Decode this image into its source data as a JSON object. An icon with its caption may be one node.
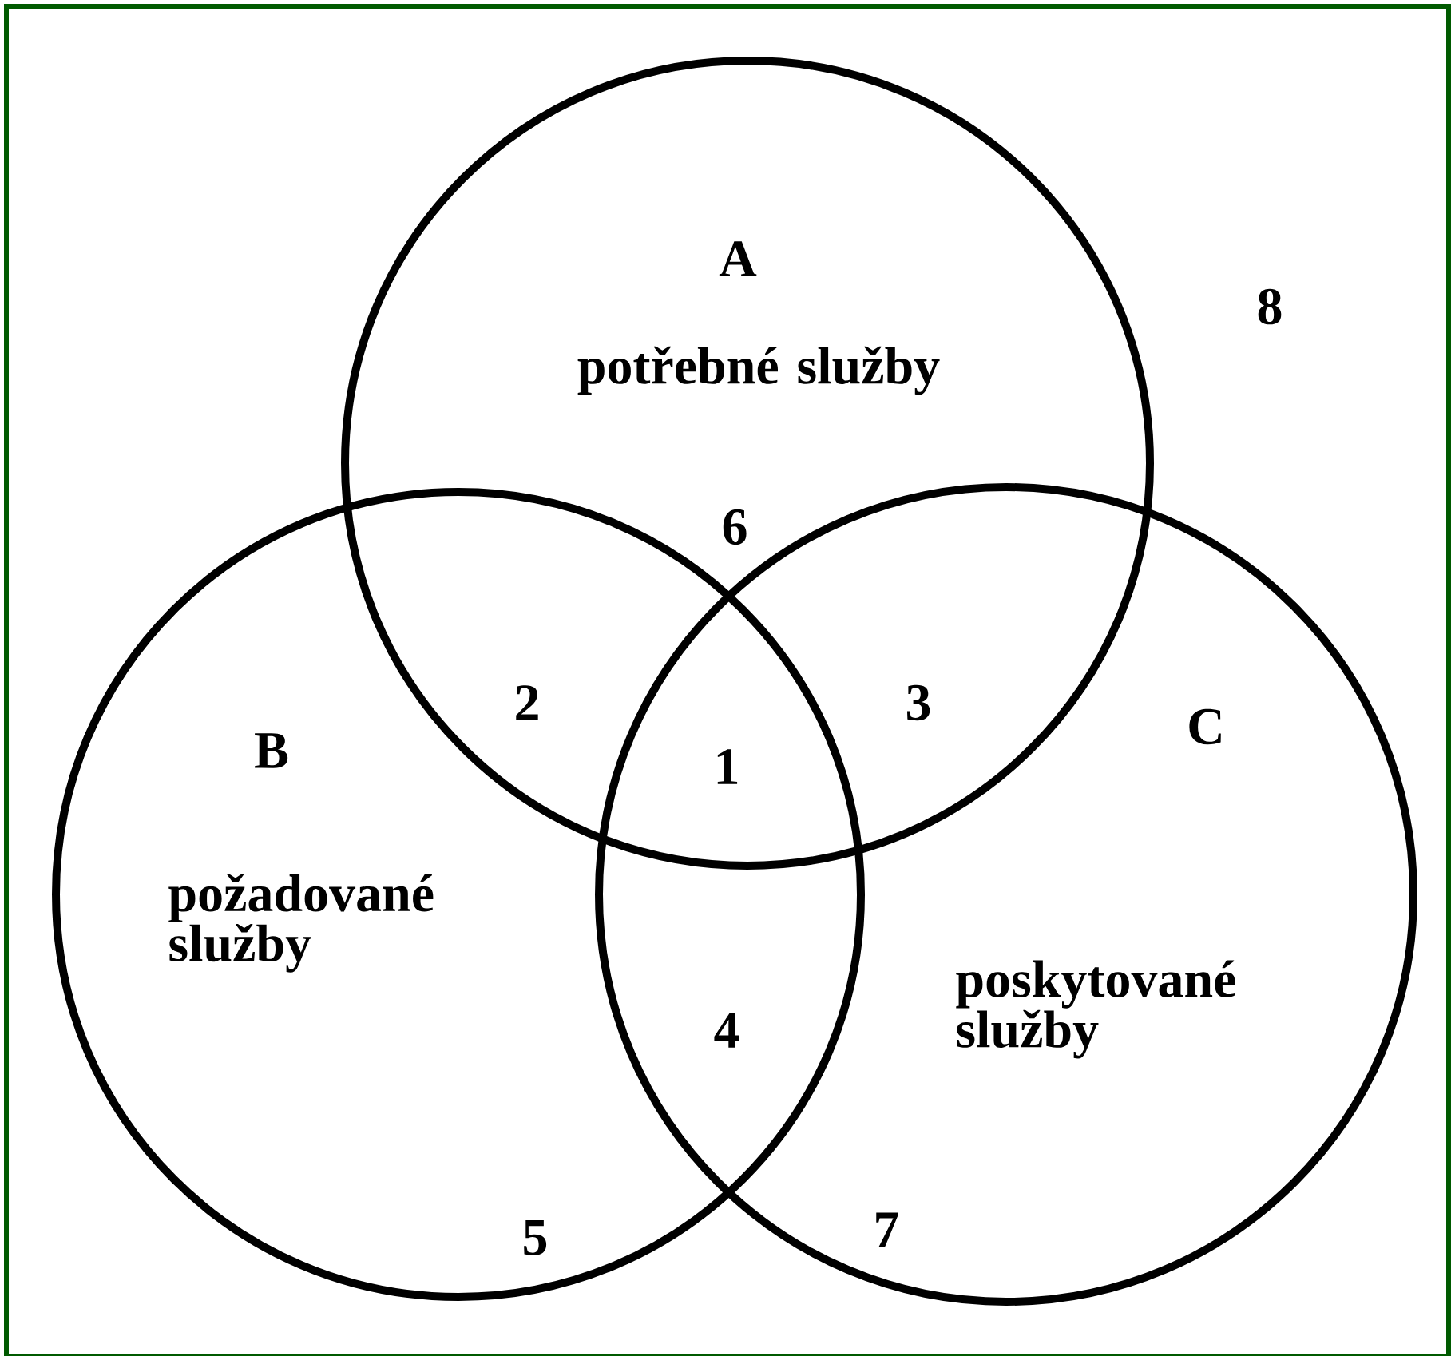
{
  "diagram": {
    "nodes": [
      {
        "text": [
          "A",
          "potřebné služby"
        ]
      },
      {
        "text": [
          "B",
          "požadované služby"
        ]
      },
      {
        "text": [
          "C",
          "poskytované služby"
        ]
      }
    ],
    "labels": [
      "8",
      "6",
      "2",
      "3",
      "1",
      "4",
      "5",
      "7"
    ]
  }
}
